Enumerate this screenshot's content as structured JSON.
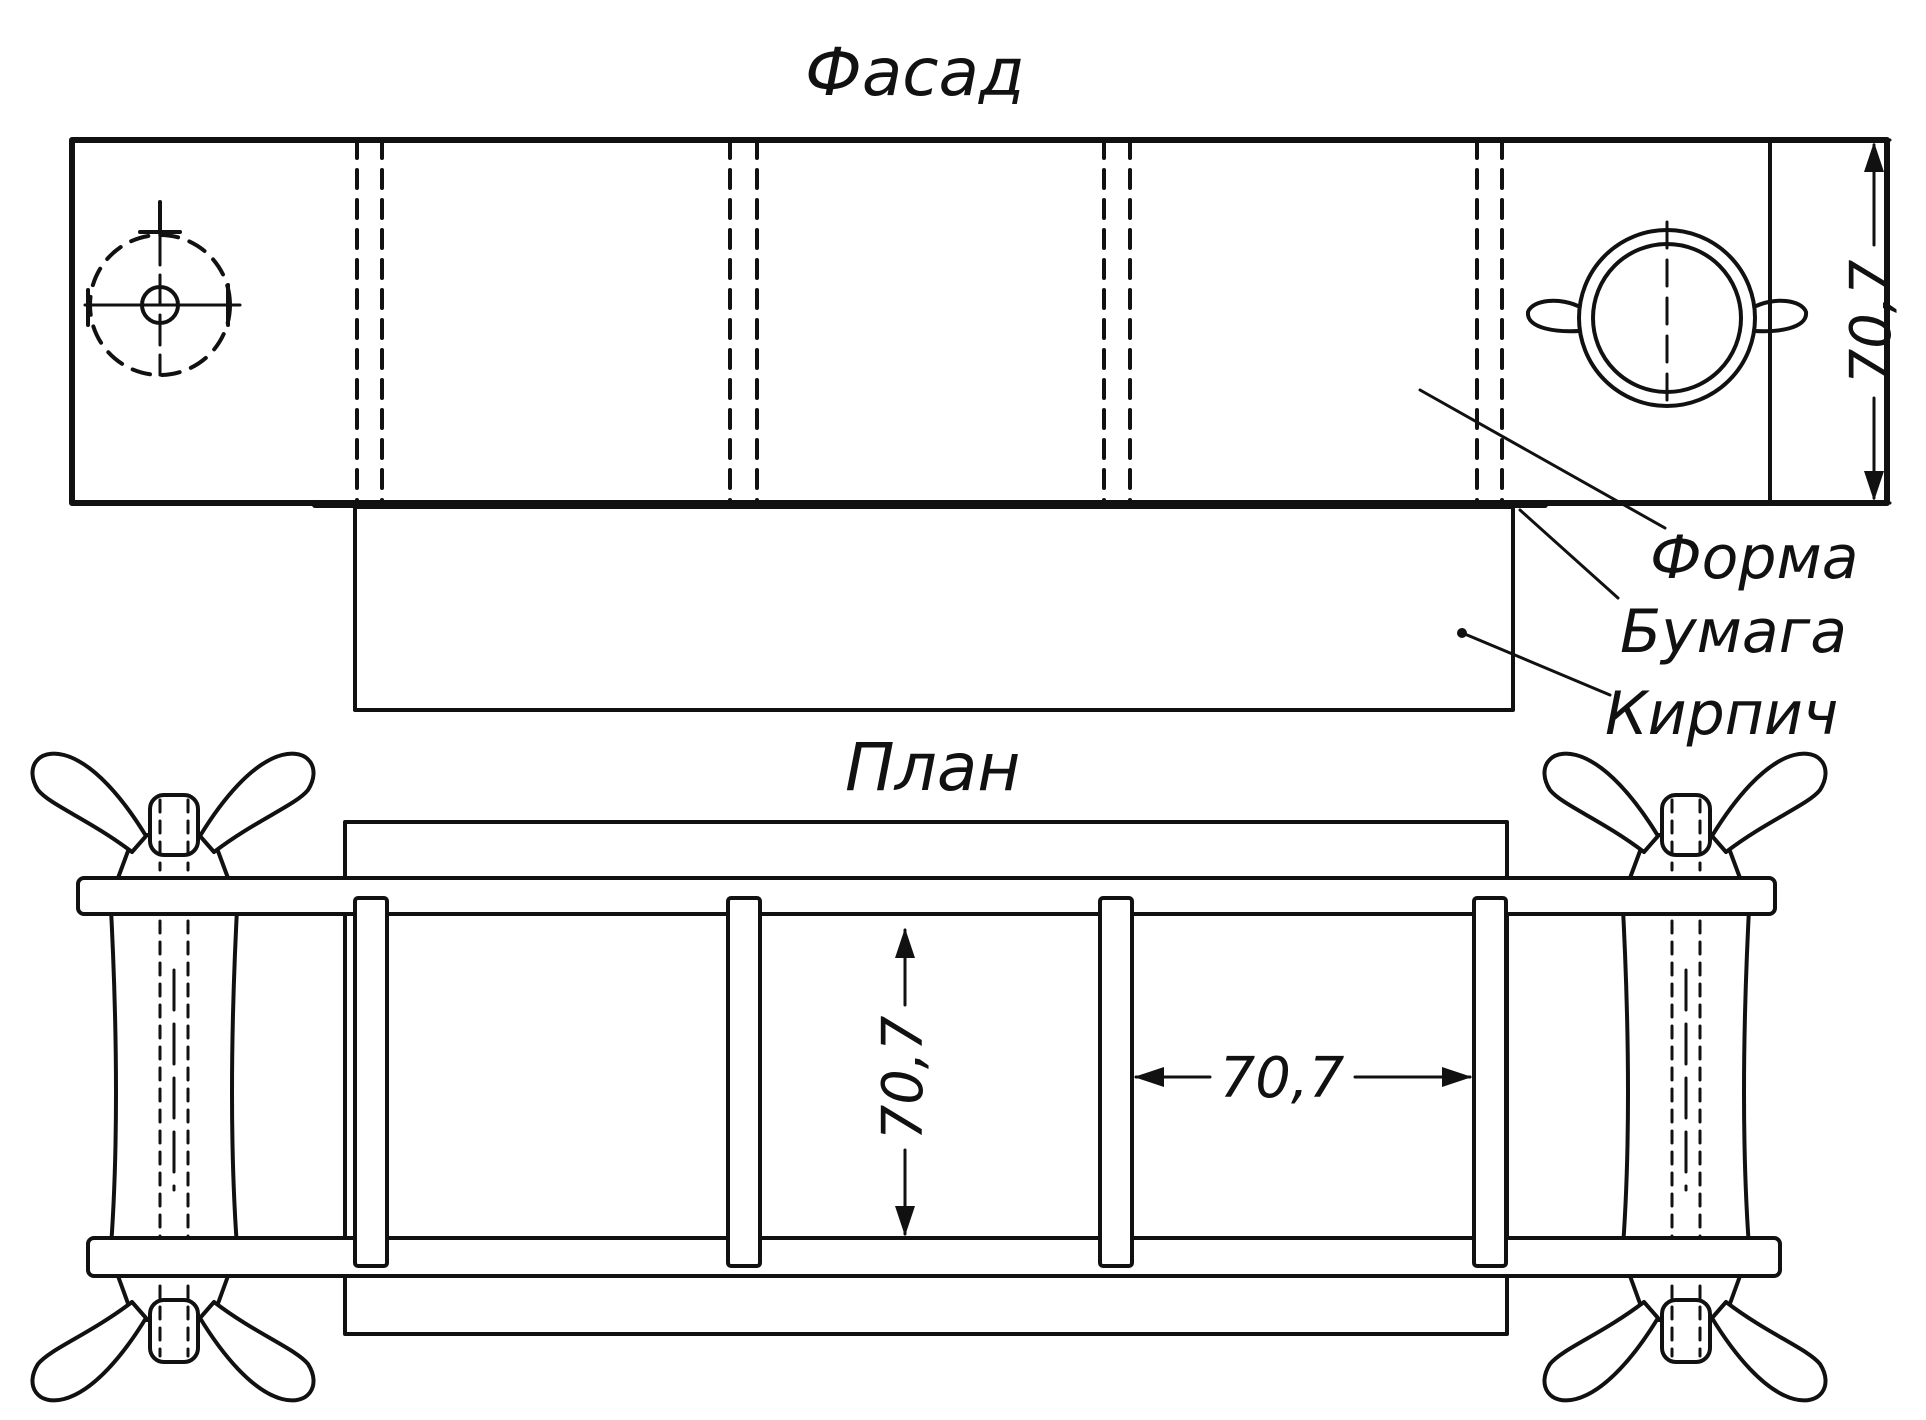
{
  "views": {
    "facade_title": "Фасад",
    "plan_title": "План"
  },
  "labels": {
    "form": "Форма",
    "paper": "Бумага",
    "brick": "Кирпич"
  },
  "dimensions": {
    "facade_height": "70,7",
    "plan_depth": "70,7",
    "plan_width": "70,7"
  },
  "colors": {
    "ink": "#111111",
    "paper": "#ffffff"
  }
}
